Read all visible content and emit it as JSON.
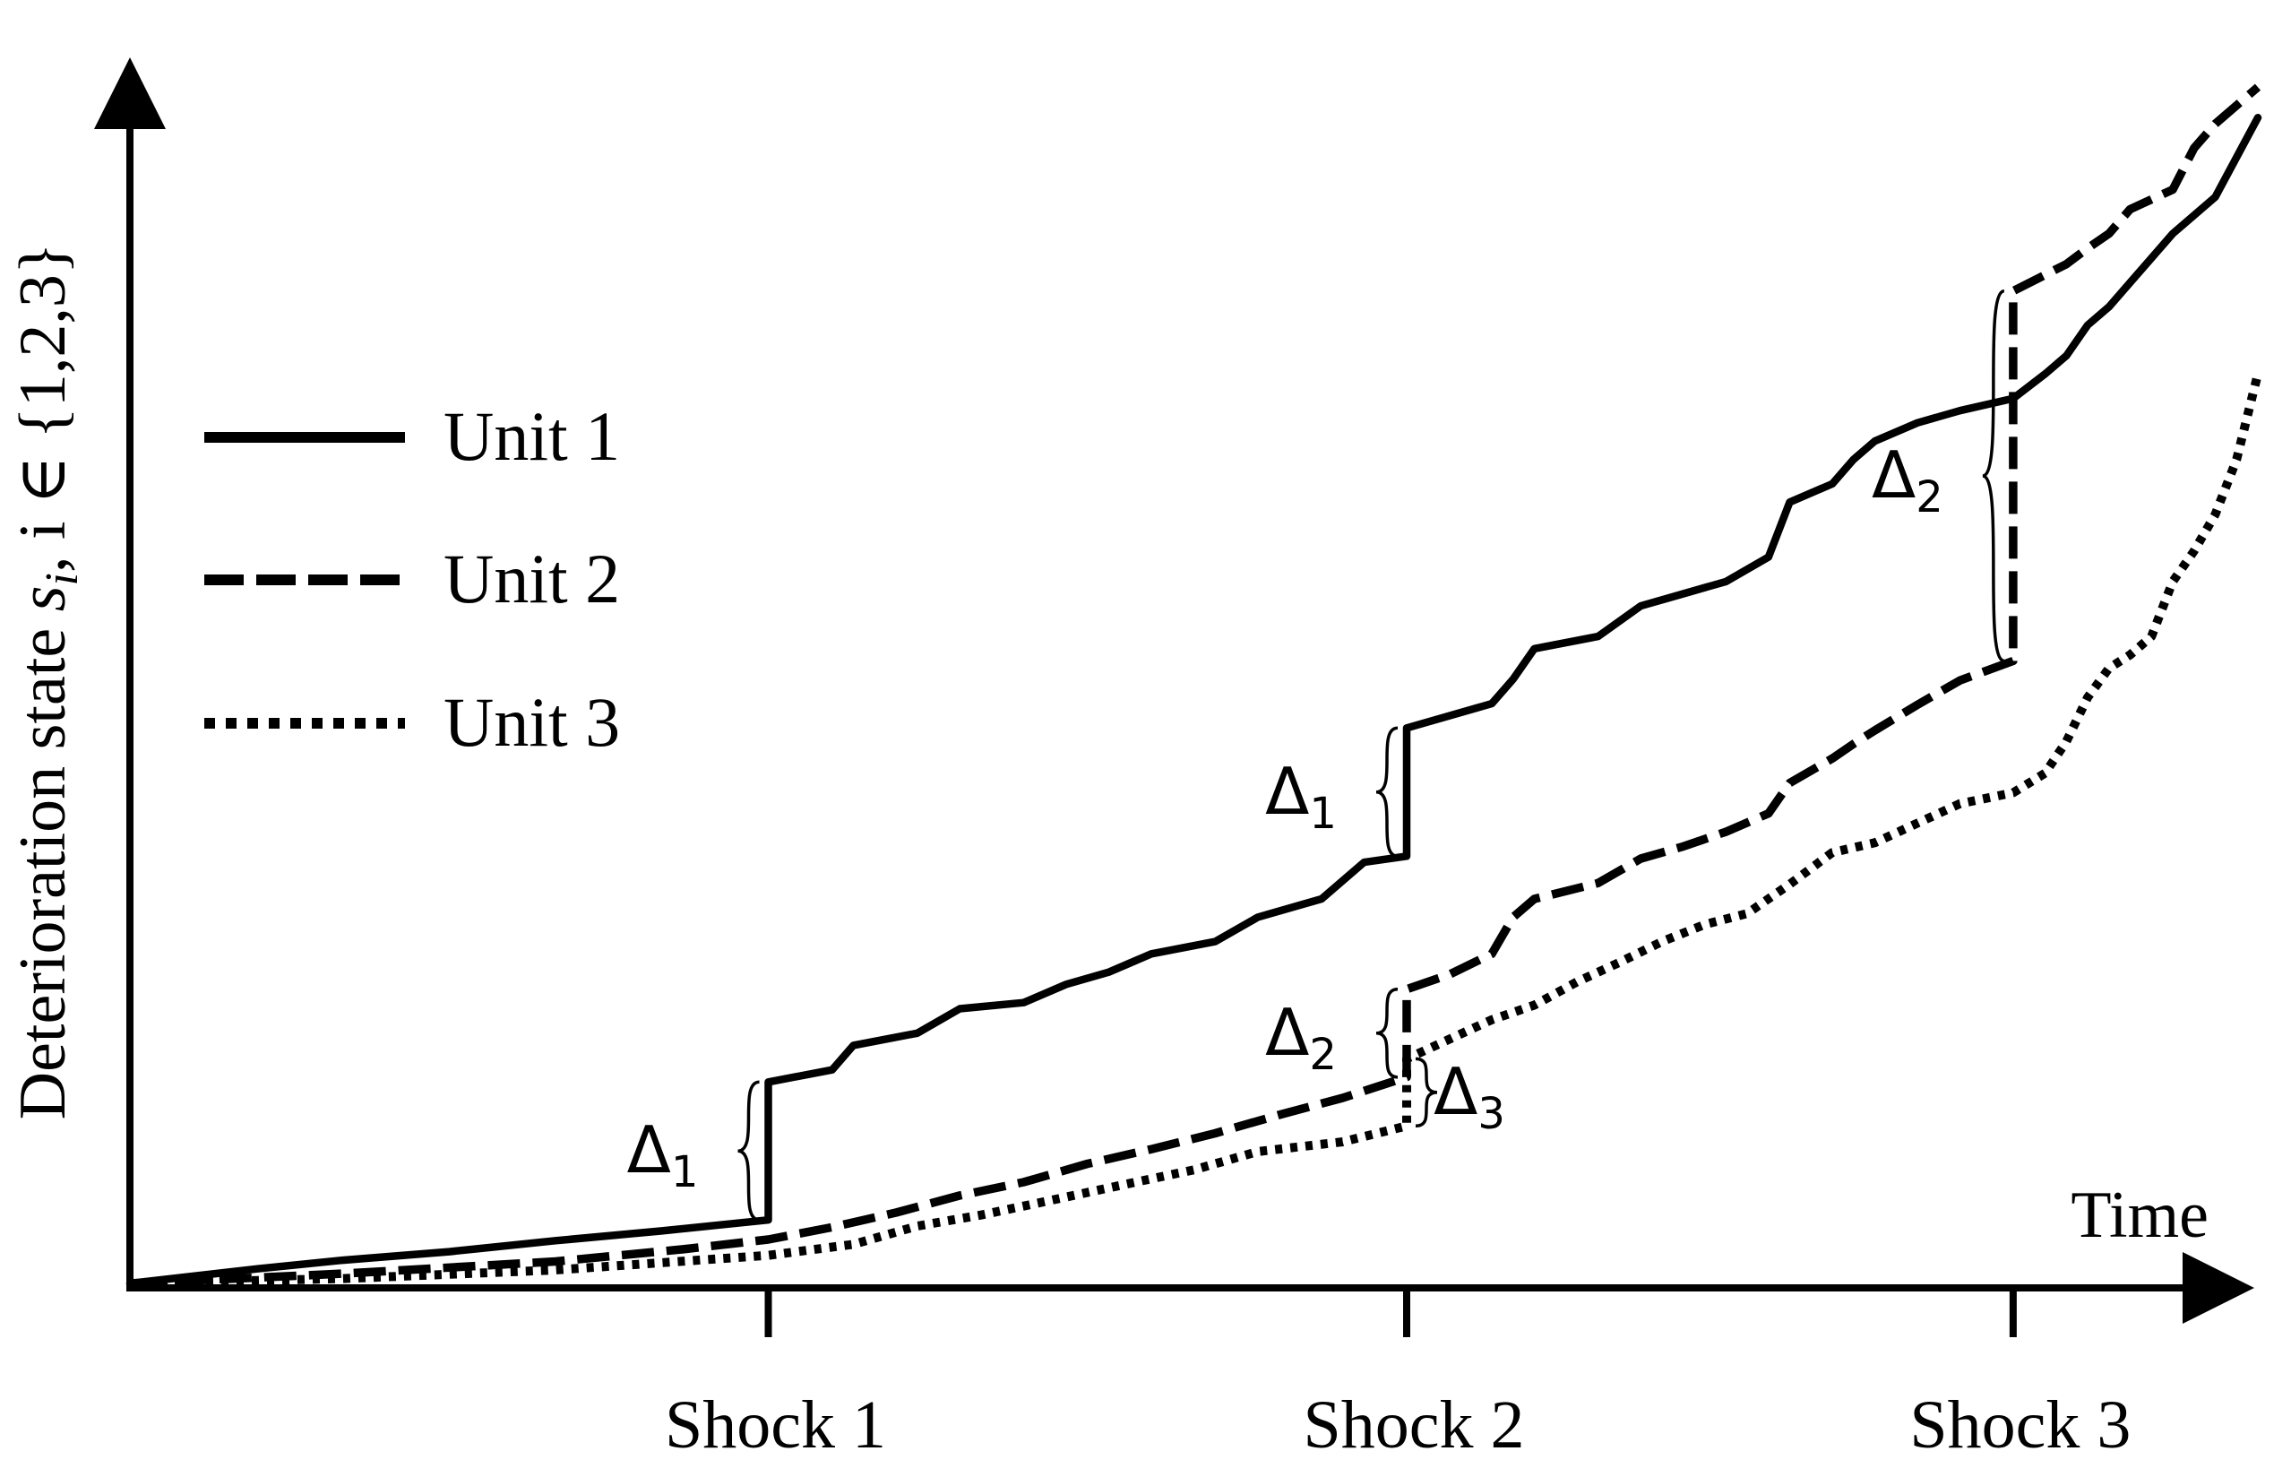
{
  "chart_data": {
    "type": "line",
    "title": "",
    "xlabel": "Time",
    "ylabel": "Deterioration state",
    "ylabel_math": {
      "var": "s",
      "sub": "i",
      "rest": ", i ∈ {1,2,3}"
    },
    "xlim": [
      0,
      100
    ],
    "ylim": [
      0,
      100
    ],
    "x_ticks": [
      {
        "x": 30,
        "label": "Shock 1"
      },
      {
        "x": 60,
        "label": "Shock 2"
      },
      {
        "x": 88.5,
        "label": "Shock 3"
      }
    ],
    "legend": {
      "position": "left",
      "entries": [
        {
          "name": "Unit 1",
          "style": "solid"
        },
        {
          "name": "Unit 2",
          "style": "dashed"
        },
        {
          "name": "Unit 3",
          "style": "dotted"
        }
      ]
    },
    "series": [
      {
        "name": "Unit 1",
        "style": "solid",
        "points": [
          [
            0,
            0
          ],
          [
            6,
            1.2
          ],
          [
            10,
            1.9
          ],
          [
            15,
            2.6
          ],
          [
            20,
            3.5
          ],
          [
            25,
            4.3
          ],
          [
            30,
            5.2
          ],
          [
            30,
            16.5
          ],
          [
            33,
            17.5
          ],
          [
            34,
            19.5
          ],
          [
            37,
            20.5
          ],
          [
            39,
            22.5
          ],
          [
            42,
            23
          ],
          [
            44,
            24.5
          ],
          [
            46,
            25.5
          ],
          [
            48,
            27
          ],
          [
            51,
            28
          ],
          [
            53,
            30
          ],
          [
            56,
            31.5
          ],
          [
            58,
            34.5
          ],
          [
            60,
            35
          ],
          [
            60,
            45.5
          ],
          [
            64,
            47.5
          ],
          [
            65,
            49.5
          ],
          [
            66,
            52
          ],
          [
            69,
            53
          ],
          [
            71,
            55.5
          ],
          [
            73,
            56.5
          ],
          [
            75,
            57.5
          ],
          [
            77,
            59.5
          ],
          [
            78,
            64
          ],
          [
            80,
            65.5
          ],
          [
            81,
            67.5
          ],
          [
            82,
            69
          ],
          [
            84,
            70.5
          ],
          [
            86,
            71.5
          ],
          [
            88.5,
            72.5
          ],
          [
            90,
            74.5
          ],
          [
            91,
            76
          ],
          [
            92,
            78.5
          ],
          [
            93,
            80
          ],
          [
            94,
            82
          ],
          [
            95,
            84
          ],
          [
            96,
            86
          ],
          [
            98,
            89
          ],
          [
            100,
            95.5
          ]
        ]
      },
      {
        "name": "Unit 2",
        "style": "dashed",
        "points": [
          [
            0,
            0
          ],
          [
            10,
            0.8
          ],
          [
            20,
            1.8
          ],
          [
            26,
            2.8
          ],
          [
            30,
            3.6
          ],
          [
            33,
            4.6
          ],
          [
            36,
            5.8
          ],
          [
            39,
            7.2
          ],
          [
            42,
            8.3
          ],
          [
            45,
            9.8
          ],
          [
            48,
            11
          ],
          [
            51,
            12.3
          ],
          [
            54,
            13.8
          ],
          [
            57,
            15.2
          ],
          [
            60,
            16.9
          ],
          [
            60,
            24.1
          ],
          [
            62,
            25.3
          ],
          [
            64,
            27
          ],
          [
            65,
            30
          ],
          [
            66,
            31.5
          ],
          [
            69,
            32.8
          ],
          [
            71,
            34.8
          ],
          [
            73,
            35.8
          ],
          [
            75,
            37
          ],
          [
            77,
            38.5
          ],
          [
            78,
            41
          ],
          [
            80,
            43
          ],
          [
            81,
            44.2
          ],
          [
            82,
            45.3
          ],
          [
            84,
            47.4
          ],
          [
            86,
            49.4
          ],
          [
            88.5,
            51
          ],
          [
            88.5,
            81.3
          ],
          [
            91,
            83.5
          ],
          [
            92,
            84.8
          ],
          [
            93,
            86
          ],
          [
            94,
            88
          ],
          [
            96,
            89.6
          ],
          [
            97,
            93
          ],
          [
            98,
            95
          ],
          [
            100,
            98
          ]
        ]
      },
      {
        "name": "Unit 3",
        "style": "dotted",
        "points": [
          [
            0,
            0
          ],
          [
            10,
            0.4
          ],
          [
            20,
            1.1
          ],
          [
            30,
            2.3
          ],
          [
            34,
            3.2
          ],
          [
            37,
            4.7
          ],
          [
            40,
            5.6
          ],
          [
            43,
            6.7
          ],
          [
            47,
            8.2
          ],
          [
            50,
            9.3
          ],
          [
            53,
            10.8
          ],
          [
            57,
            11.6
          ],
          [
            60,
            12.9
          ],
          [
            60,
            18.4
          ],
          [
            62,
            20
          ],
          [
            64,
            21.6
          ],
          [
            66,
            22.8
          ],
          [
            68,
            24.7
          ],
          [
            70,
            26.3
          ],
          [
            72,
            28
          ],
          [
            74,
            29.4
          ],
          [
            76,
            30.3
          ],
          [
            78,
            32.7
          ],
          [
            80,
            35.3
          ],
          [
            82,
            36.1
          ],
          [
            84,
            37.7
          ],
          [
            86,
            39.3
          ],
          [
            88.5,
            40.2
          ],
          [
            90,
            41.8
          ],
          [
            91,
            44.4
          ],
          [
            92,
            48
          ],
          [
            93,
            50.4
          ],
          [
            94,
            51.5
          ],
          [
            95,
            53
          ],
          [
            96,
            57.5
          ],
          [
            97,
            60
          ],
          [
            98,
            63
          ],
          [
            99,
            67.5
          ],
          [
            100,
            74.5
          ]
        ]
      }
    ],
    "annotations": [
      {
        "label": "Δ",
        "sub": "1",
        "series": "Unit 1",
        "x": 30,
        "y_from": 5.2,
        "y_to": 16.5
      },
      {
        "label": "Δ",
        "sub": "1",
        "series": "Unit 1",
        "x": 60,
        "y_from": 35,
        "y_to": 45.5
      },
      {
        "label": "Δ",
        "sub": "2",
        "series": "Unit 2",
        "x": 60,
        "y_from": 16.9,
        "y_to": 24.1
      },
      {
        "label": "Δ",
        "sub": "3",
        "series": "Unit 3",
        "x": 60,
        "y_from": 12.9,
        "y_to": 18.4
      },
      {
        "label": "Δ",
        "sub": "2",
        "series": "Unit 2",
        "x": 88.5,
        "y_from": 51,
        "y_to": 81.3
      }
    ]
  }
}
